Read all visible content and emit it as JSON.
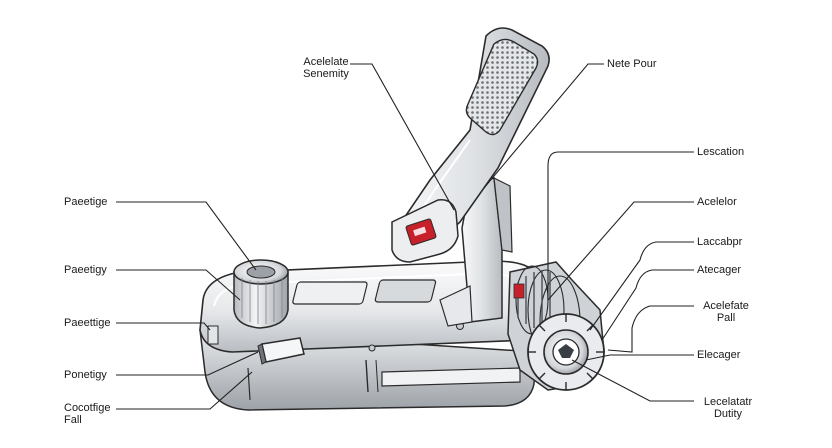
{
  "labels": {
    "top_left_line1": "Acelelate",
    "top_left_line2": "Senemity",
    "top_right": "Nete Pour",
    "left_1": "Paeetige",
    "left_2": "Paeetigy",
    "left_3": "Paeettige",
    "left_4": "Ponetigy",
    "left_5_line1": "Cocotfige",
    "left_5_line2": "Fall",
    "right_1": "Lescation",
    "right_2": "Acelelor",
    "right_3": "Laccabpr",
    "right_4": "Atecager",
    "right_5_line1": "Acelefate",
    "right_5_line2": "Pall",
    "right_6": "Elecager",
    "right_7_line1": "Lecelatatr",
    "right_7_line2": "Dutity"
  },
  "colors": {
    "outline": "#2b2b2b",
    "metal_light": "#f4f5f6",
    "metal_mid": "#d9dcdf",
    "metal_dark": "#a9adb2",
    "accent_red": "#c8202a",
    "leader": "#222222"
  }
}
